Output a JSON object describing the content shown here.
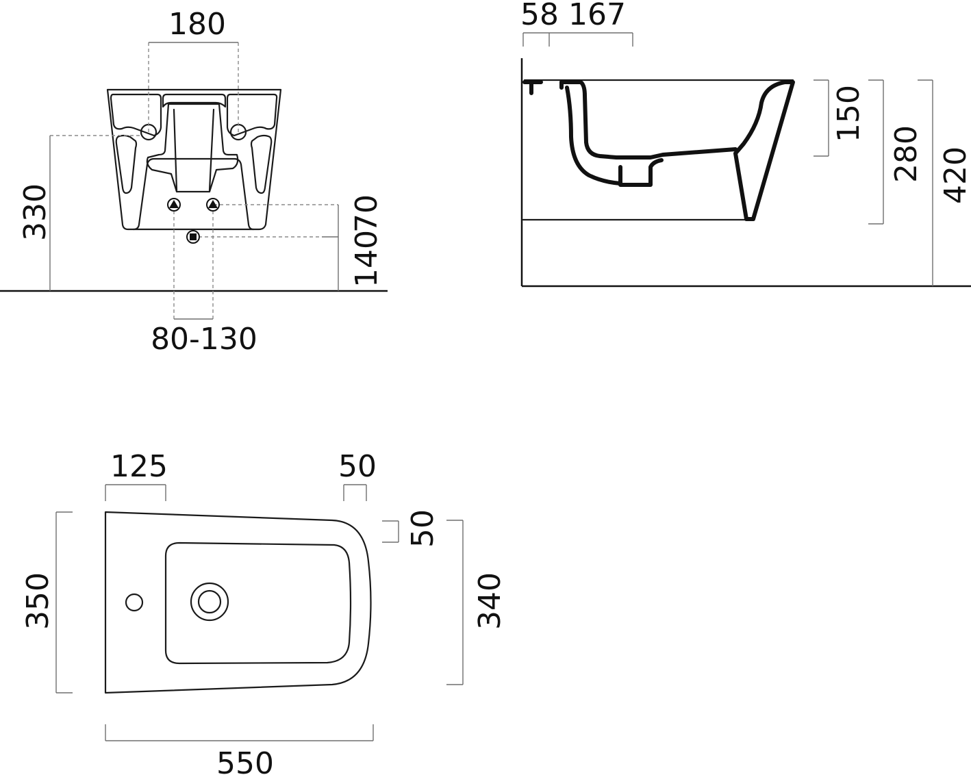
{
  "colors": {
    "line": "#111111",
    "dimension": "#6e6e6e",
    "hidden": "#8a8a8a",
    "background": "#ffffff"
  },
  "front_view": {
    "dim_top": "180",
    "dim_left_height": "330",
    "dim_right_outer": "140",
    "dim_right_inner": "70",
    "dim_bottom": "80-130"
  },
  "side_view": {
    "dim_top_left": "58",
    "dim_top_right": "167",
    "dim_bowl_depth": "150",
    "dim_body_height": "280",
    "dim_total_height": "420"
  },
  "top_view": {
    "dim_tap_offset": "125",
    "dim_rear_offset": "50",
    "dim_rear_side": "50",
    "dim_length": "550",
    "dim_width_left": "350",
    "dim_width_right": "340"
  }
}
